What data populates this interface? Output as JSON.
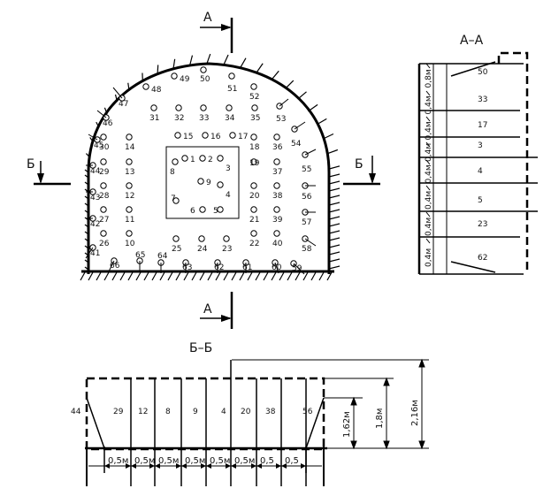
{
  "section_markers": {
    "a": "А",
    "b": "Б"
  },
  "titles": {
    "section_aa": "А–А",
    "section_bb": "Б–Б"
  },
  "holes": [
    {
      "n": "1"
    },
    {
      "n": "2"
    },
    {
      "n": "3"
    },
    {
      "n": "4"
    },
    {
      "n": "5"
    },
    {
      "n": "6"
    },
    {
      "n": "7"
    },
    {
      "n": "8"
    },
    {
      "n": "9"
    },
    {
      "n": "10"
    },
    {
      "n": "11"
    },
    {
      "n": "12"
    },
    {
      "n": "13"
    },
    {
      "n": "14"
    },
    {
      "n": "15"
    },
    {
      "n": "16"
    },
    {
      "n": "17"
    },
    {
      "n": "18"
    },
    {
      "n": "19"
    },
    {
      "n": "20"
    },
    {
      "n": "21"
    },
    {
      "n": "22"
    },
    {
      "n": "23"
    },
    {
      "n": "24"
    },
    {
      "n": "25"
    },
    {
      "n": "26"
    },
    {
      "n": "27"
    },
    {
      "n": "28"
    },
    {
      "n": "29"
    },
    {
      "n": "30"
    },
    {
      "n": "31"
    },
    {
      "n": "32"
    },
    {
      "n": "33"
    },
    {
      "n": "34"
    },
    {
      "n": "35"
    },
    {
      "n": "36"
    },
    {
      "n": "37"
    },
    {
      "n": "38"
    },
    {
      "n": "39"
    },
    {
      "n": "40"
    },
    {
      "n": "41"
    },
    {
      "n": "42"
    },
    {
      "n": "43"
    },
    {
      "n": "44"
    },
    {
      "n": "45"
    },
    {
      "n": "46"
    },
    {
      "n": "47"
    },
    {
      "n": "48"
    },
    {
      "n": "49"
    },
    {
      "n": "50"
    },
    {
      "n": "51"
    },
    {
      "n": "52"
    },
    {
      "n": "53"
    },
    {
      "n": "54"
    },
    {
      "n": "55"
    },
    {
      "n": "56"
    },
    {
      "n": "57"
    },
    {
      "n": "58"
    },
    {
      "n": "59"
    },
    {
      "n": "60"
    },
    {
      "n": "61"
    },
    {
      "n": "62"
    },
    {
      "n": "63"
    },
    {
      "n": "64"
    },
    {
      "n": "65"
    },
    {
      "n": "66"
    }
  ],
  "section_aa": {
    "hole_labels": [
      "50",
      "33",
      "17",
      "3",
      "4",
      "5",
      "23",
      "62"
    ],
    "spacings": [
      "0,8м",
      "0,4м",
      "0,4м",
      "0,4м",
      "0,4м",
      "0,4м",
      "0,4м",
      "0,4м"
    ]
  },
  "section_bb": {
    "hole_labels": [
      "44",
      "29",
      "12",
      "8",
      "9",
      "4",
      "20",
      "38",
      "56"
    ],
    "spacings": [
      "0,5м",
      "0,5м",
      "0,5м",
      "0,5м",
      "0,5м",
      "0,5м",
      "0,5",
      "0,5"
    ],
    "depths": [
      "1,62м",
      "1,8м",
      "2,16м"
    ]
  }
}
